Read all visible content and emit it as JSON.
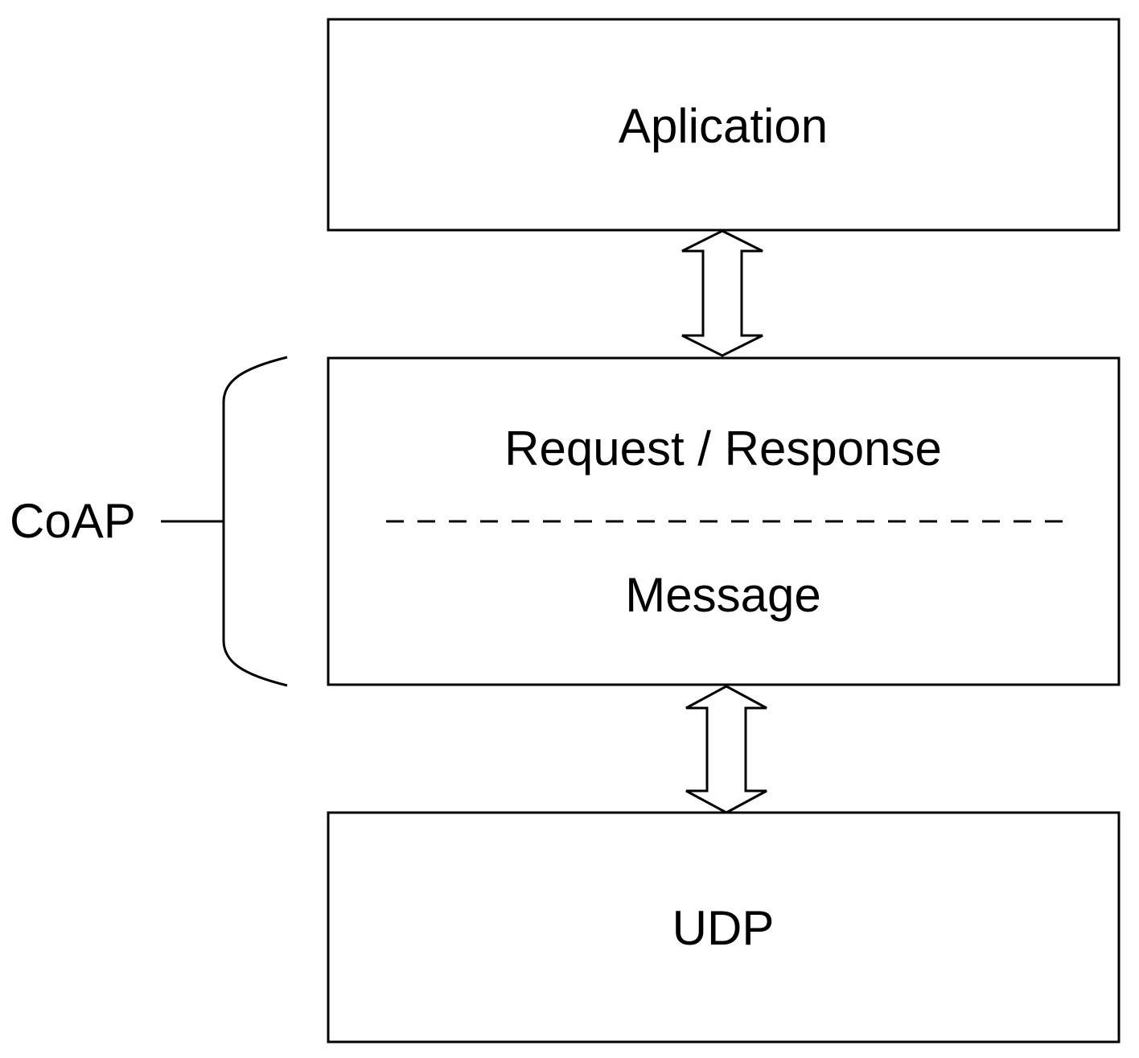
{
  "layers": {
    "application": "Aplication",
    "request_response": "Request / Response",
    "message": "Message",
    "udp": "UDP"
  },
  "group": {
    "label": "CoAP"
  }
}
